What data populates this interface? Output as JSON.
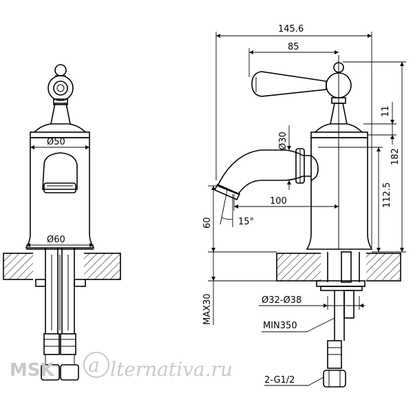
{
  "dimensions": {
    "overall_width": "145.6",
    "spout_to_axis": "85",
    "handle_offset": "11",
    "total_height": "182",
    "spout_height": "112.5",
    "spout_diameter": "Ø30",
    "spout_reach": "100",
    "spout_angle": "15°",
    "outlet_height": "60",
    "body_top_diameter": "Ø50",
    "body_base_diameter": "Ø60",
    "countertop_max": "MAX30",
    "hole_range": "Ø32-Ø38",
    "hose_length": "MIN350",
    "hose_thread": "2-G1/2"
  },
  "watermark": {
    "prefix": "MSK",
    "brand": "lternativa.ru"
  }
}
